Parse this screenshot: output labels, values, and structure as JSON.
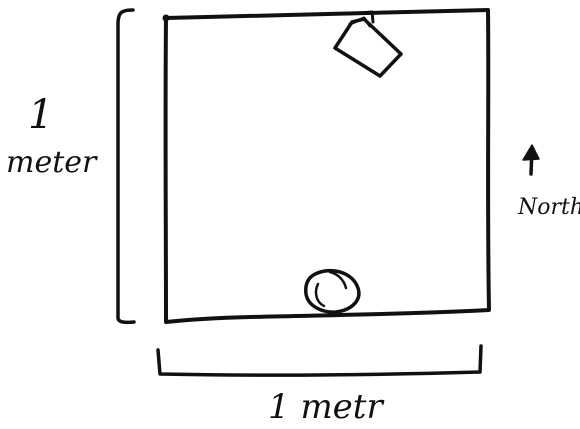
{
  "diagram": {
    "left_dimension": {
      "number": "1",
      "unit": "meter"
    },
    "bottom_dimension": {
      "label": "1 metr"
    },
    "north": {
      "label": "North",
      "icon": "north-arrow-icon"
    },
    "ink_color": "#111111",
    "background": "#ffffff"
  }
}
